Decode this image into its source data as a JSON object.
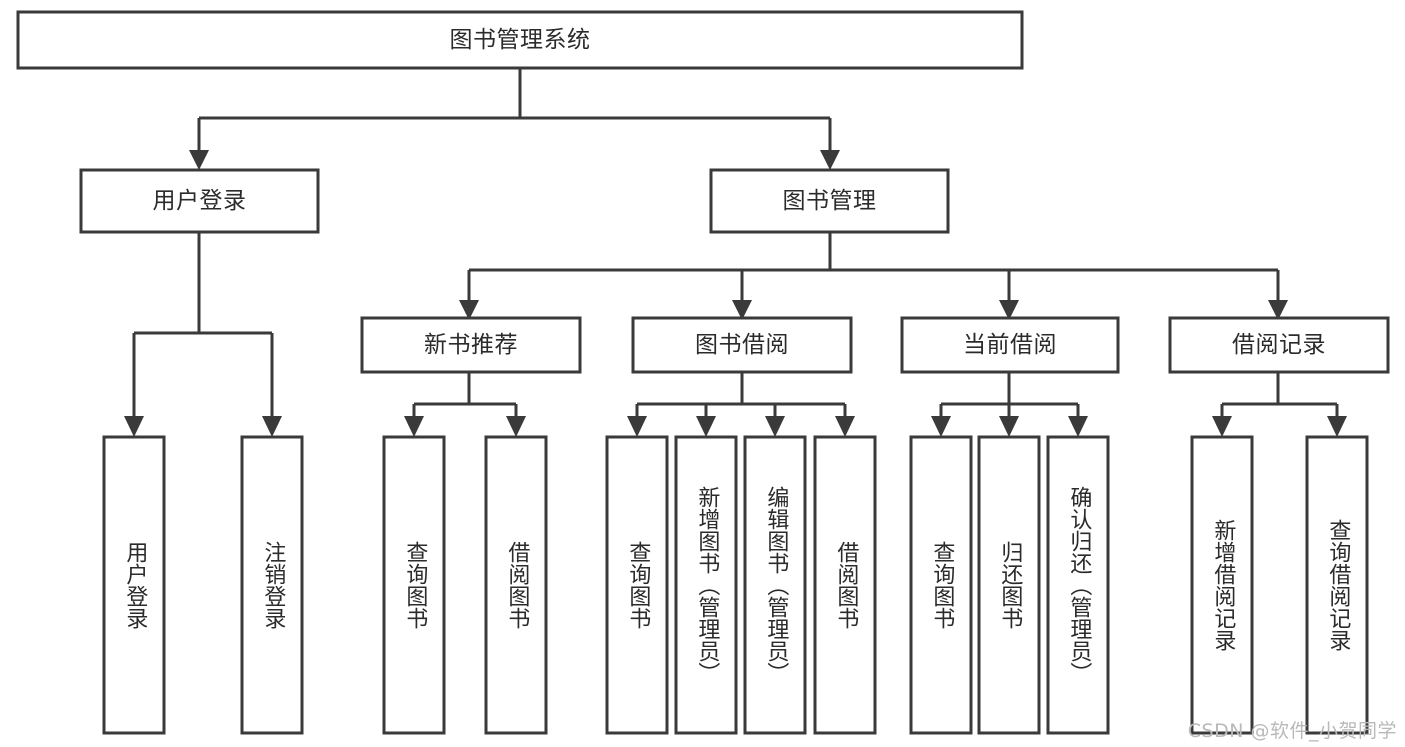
{
  "diagram": {
    "title_node": {
      "label": "图书管理系统"
    },
    "level2": [
      {
        "label": "用户登录"
      },
      {
        "label": "图书管理"
      }
    ],
    "level3": [
      {
        "label": "新书推荐"
      },
      {
        "label": "图书借阅"
      },
      {
        "label": "当前借阅"
      },
      {
        "label": "借阅记录"
      }
    ],
    "leaves_user_login": [
      {
        "label": "用户登录"
      },
      {
        "label": "注销登录"
      }
    ],
    "leaves_new_book": [
      {
        "label": "查询图书"
      },
      {
        "label": "借阅图书"
      }
    ],
    "leaves_borrow": [
      {
        "label": "查询图书"
      },
      {
        "label": "新增图书（管理员）"
      },
      {
        "label": "编辑图书（管理员）"
      },
      {
        "label": "借阅图书"
      }
    ],
    "leaves_current": [
      {
        "label": "查询图书"
      },
      {
        "label": "归还图书"
      },
      {
        "label": "确认归还（管理员）"
      }
    ],
    "leaves_records": [
      {
        "label": "新增借阅记录"
      },
      {
        "label": "查询借阅记录"
      }
    ]
  },
  "watermark": {
    "text": "CSDN @软件_小贺同学"
  },
  "colors": {
    "box_stroke": "#3a3a3a",
    "box_fill": "#ffffff",
    "text": "#2b2b2b",
    "background": "#ffffff",
    "watermark": "#b9b9b9"
  }
}
